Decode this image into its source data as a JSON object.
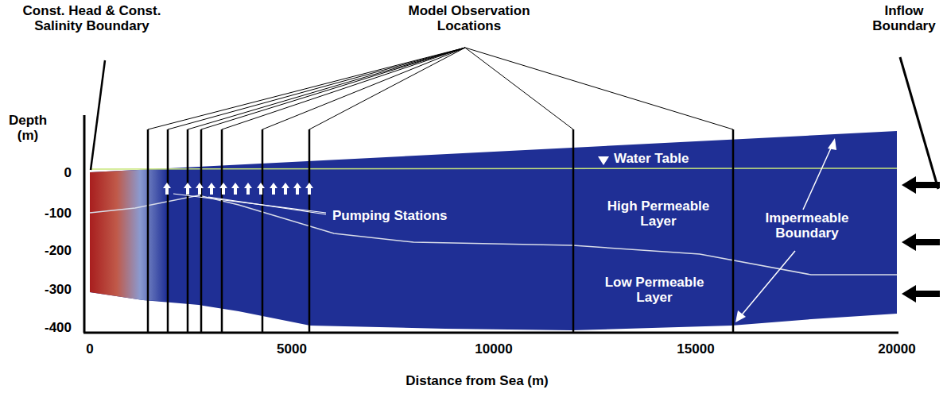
{
  "diagram": {
    "labels": [
      "Const. Head & Const. Salinity Boundary",
      "Model Observation Locations",
      "Inflow Boundary",
      "Depth (m)",
      "0",
      "-100",
      "-200",
      "-300",
      "-400",
      "0",
      "5000",
      "10000",
      "15000",
      "20000",
      "Distance from Sea (m)",
      "Water Table",
      "Pumping Stations",
      "High Permeable Layer",
      "Low Permeable Layer",
      "Impermeable Boundary"
    ]
  }
}
